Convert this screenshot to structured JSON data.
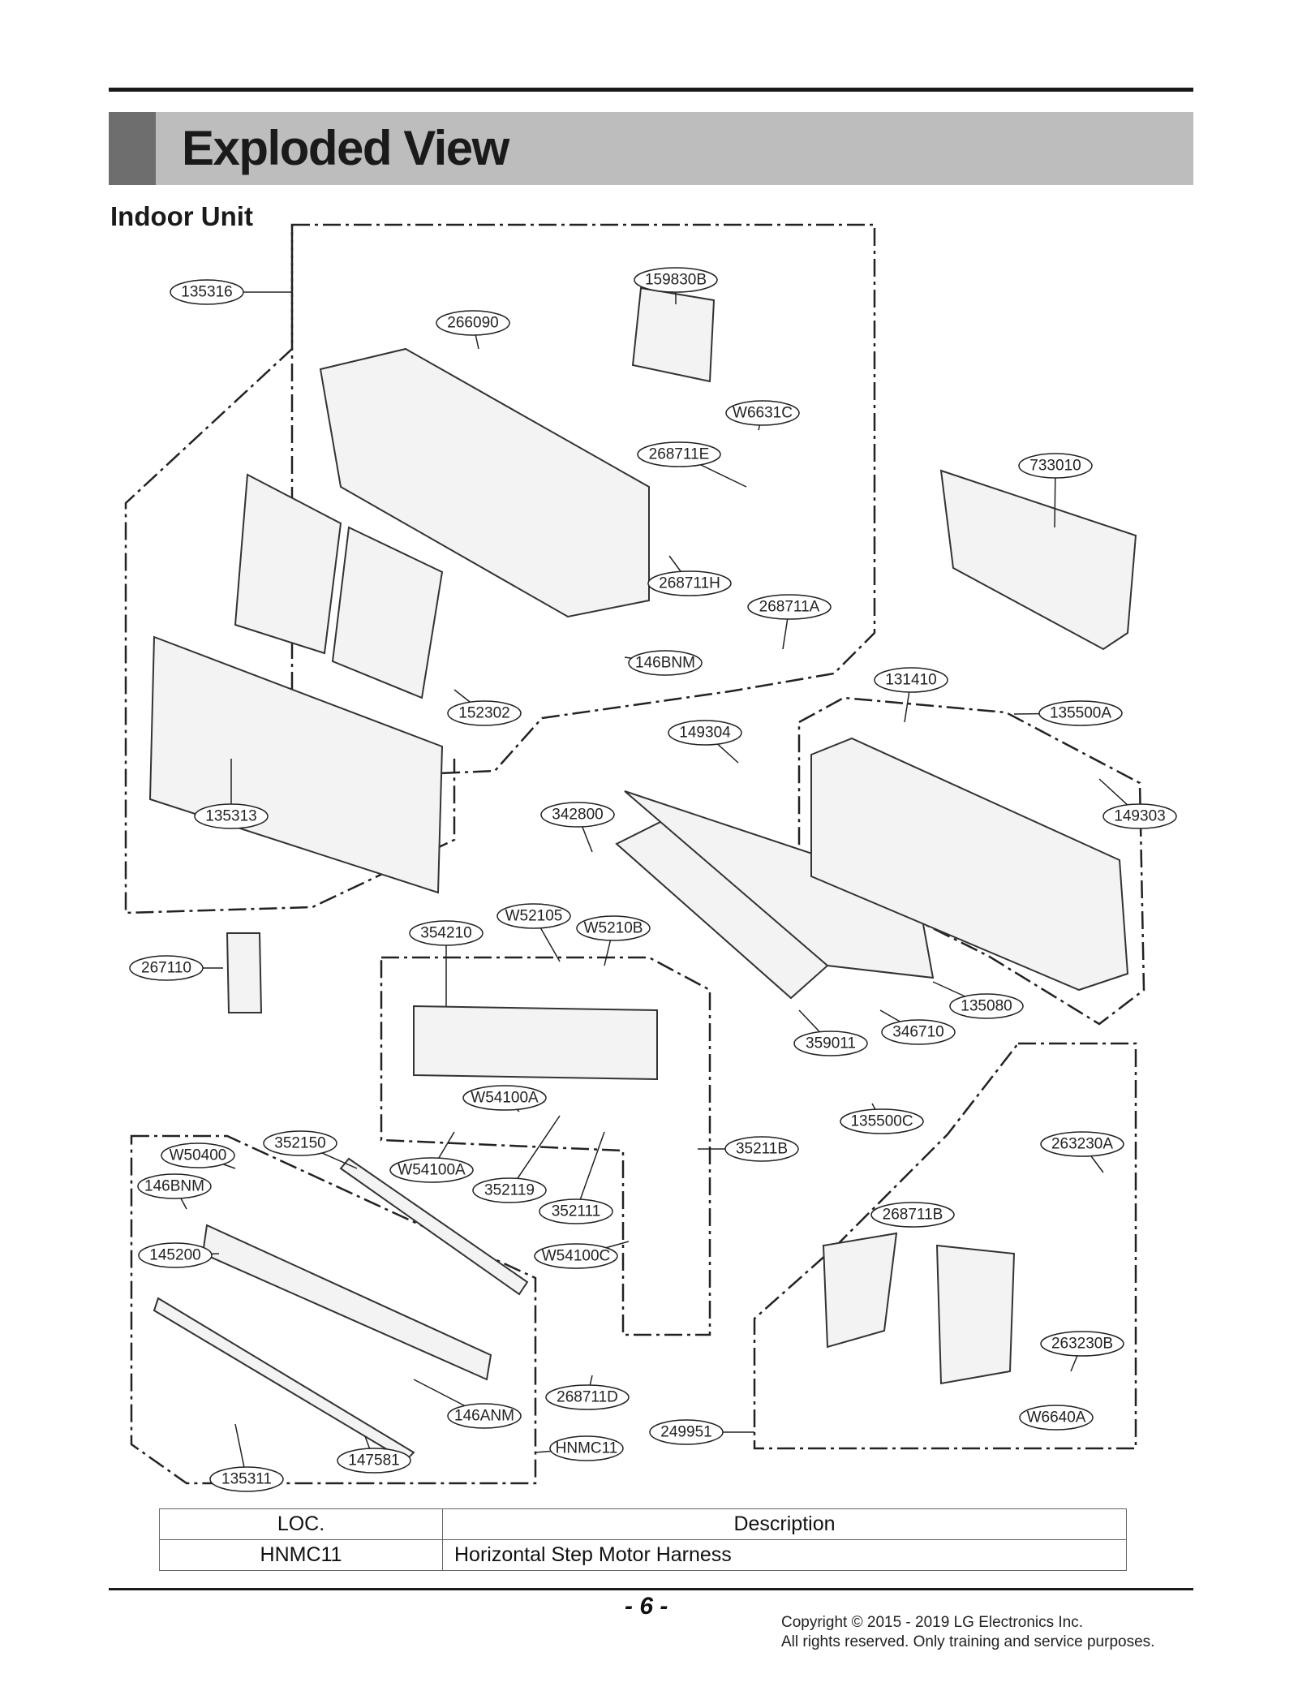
{
  "header": {
    "title": "Exploded View",
    "subtitle": "Indoor Unit"
  },
  "callouts": [
    {
      "id": "c1",
      "label": "135316"
    },
    {
      "id": "c2",
      "label": "159830B"
    },
    {
      "id": "c3",
      "label": "266090"
    },
    {
      "id": "c4",
      "label": "W6631C"
    },
    {
      "id": "c5",
      "label": "268711E"
    },
    {
      "id": "c6",
      "label": "733010"
    },
    {
      "id": "c7",
      "label": "268711H"
    },
    {
      "id": "c8",
      "label": "268711A"
    },
    {
      "id": "c9",
      "label": "146BNM"
    },
    {
      "id": "c10",
      "label": "131410"
    },
    {
      "id": "c11",
      "label": "135500A"
    },
    {
      "id": "c12",
      "label": "152302"
    },
    {
      "id": "c13",
      "label": "149304"
    },
    {
      "id": "c14",
      "label": "135313"
    },
    {
      "id": "c15",
      "label": "342800"
    },
    {
      "id": "c16",
      "label": "149303"
    },
    {
      "id": "c17",
      "label": "W52105"
    },
    {
      "id": "c18",
      "label": "354210"
    },
    {
      "id": "c19",
      "label": "W5210B"
    },
    {
      "id": "c20",
      "label": "267110"
    },
    {
      "id": "c21",
      "label": "135080"
    },
    {
      "id": "c22",
      "label": "346710"
    },
    {
      "id": "c23",
      "label": "359011"
    },
    {
      "id": "c24",
      "label": "W54100A"
    },
    {
      "id": "c25",
      "label": "135500C"
    },
    {
      "id": "c26",
      "label": "352150"
    },
    {
      "id": "c27",
      "label": "W50400"
    },
    {
      "id": "c28",
      "label": "35211B"
    },
    {
      "id": "c29",
      "label": "263230A"
    },
    {
      "id": "c30",
      "label": "W54100A"
    },
    {
      "id": "c31",
      "label": "146BNM"
    },
    {
      "id": "c32",
      "label": "352119"
    },
    {
      "id": "c33",
      "label": "352111"
    },
    {
      "id": "c34",
      "label": "268711B"
    },
    {
      "id": "c35",
      "label": "145200"
    },
    {
      "id": "c36",
      "label": "W54100C"
    },
    {
      "id": "c37",
      "label": "263230B"
    },
    {
      "id": "c38",
      "label": "268711D"
    },
    {
      "id": "c39",
      "label": "146ANM"
    },
    {
      "id": "c40",
      "label": "W6640A"
    },
    {
      "id": "c41",
      "label": "249951"
    },
    {
      "id": "c42",
      "label": "HNMC11"
    },
    {
      "id": "c43",
      "label": "147581"
    },
    {
      "id": "c44",
      "label": "135311"
    }
  ],
  "legend_table": {
    "headers": [
      "LOC.",
      "Description"
    ],
    "rows": [
      {
        "loc": "HNMC11",
        "description": "Horizontal  Step Motor Harness"
      }
    ]
  },
  "footer": {
    "page_number": "- 6 -",
    "copyright_line1": "Copyright © 2015 - 2019 LG Electronics Inc.",
    "copyright_line2": "All rights reserved. Only training and service purposes."
  }
}
